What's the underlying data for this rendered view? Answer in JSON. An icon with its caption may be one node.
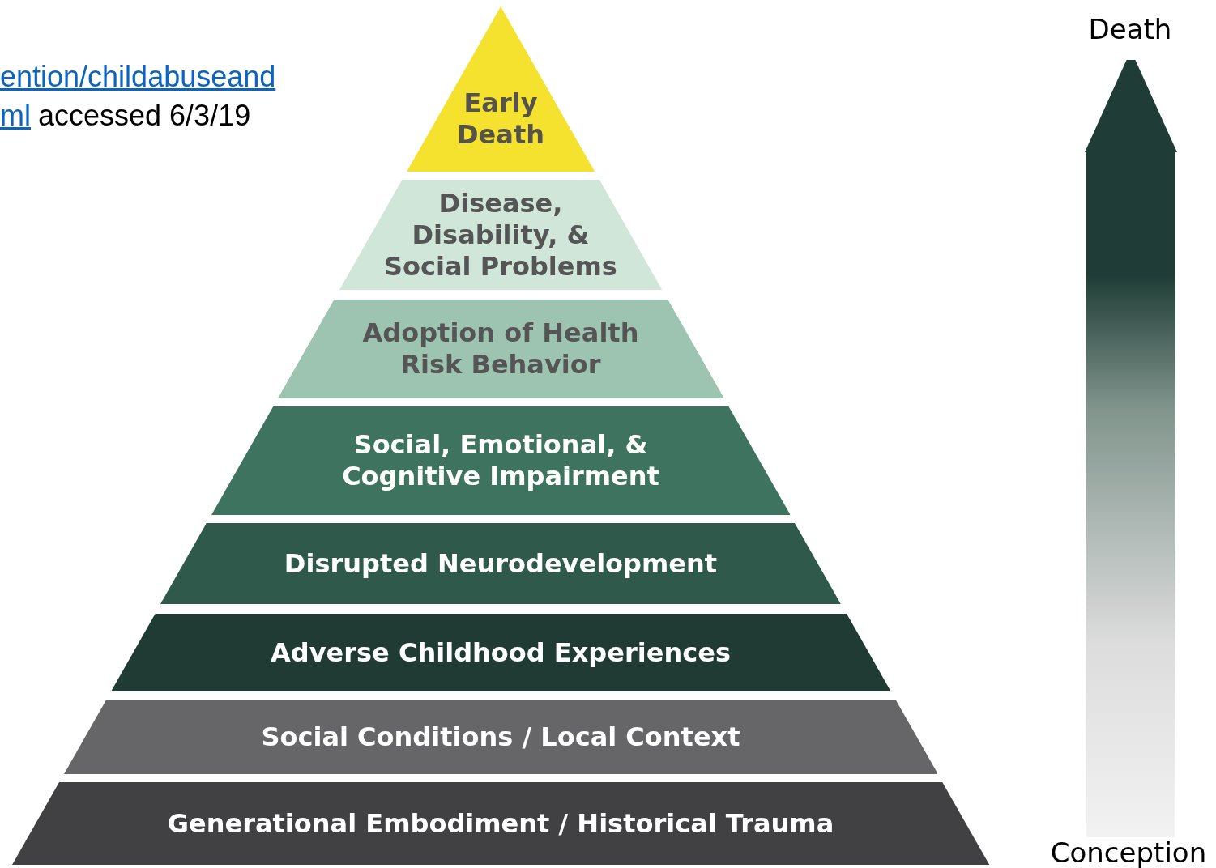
{
  "diagram": {
    "nodes": [
      {
        "text": [
          "Early Death"
        ]
      },
      {
        "text": [
          "Disease, Disability, & Social Problems"
        ]
      },
      {
        "text": [
          "Adoption of Health Risk Behavior"
        ]
      },
      {
        "text": [
          "Social, Emotional, & Cognitive Impairment"
        ]
      },
      {
        "text": [
          "Disrupted Neurodevelopment"
        ]
      },
      {
        "text": [
          "Adverse Childhood Experiences"
        ]
      },
      {
        "text": [
          "Social Conditions / Local Context"
        ]
      },
      {
        "text": [
          "Generational Embodiment / Historical Trauma"
        ]
      },
      {
        "text": [
          "Death"
        ]
      },
      {
        "text": [
          "Conception"
        ]
      }
    ],
    "edges": [
      {
        "from": 9,
        "to": 8,
        "arrow": "to"
      }
    ],
    "labels": [
      "ention/childabuseand",
      "ml",
      "accessed 6/3/19"
    ]
  }
}
